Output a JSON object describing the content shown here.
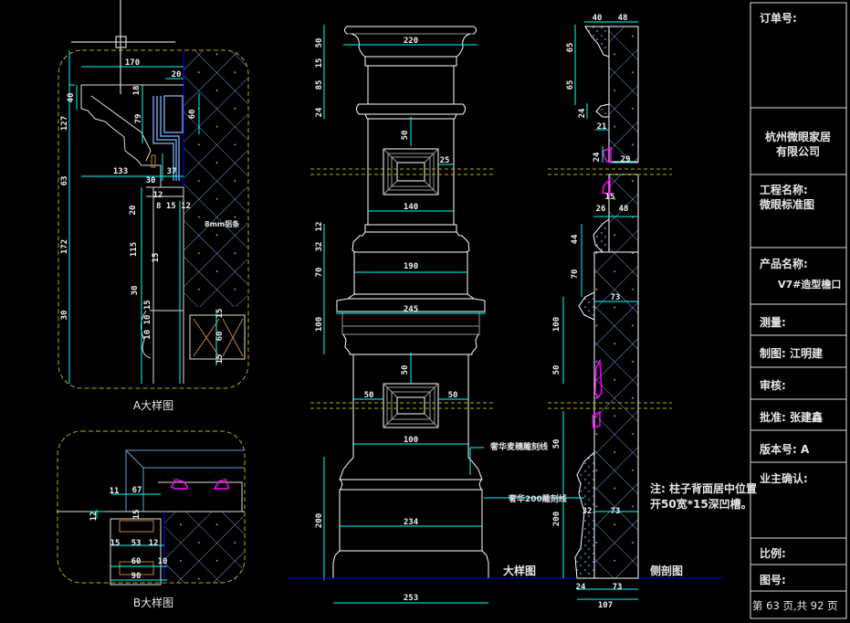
{
  "colors": {
    "background": "#000000",
    "dimension": "#00ffff",
    "outline": "#ffffff",
    "hatch": "#6a9bd8",
    "detail_frame": "#b0b000",
    "molding_profile": "#ff00ff",
    "wood": "#c08040",
    "ground_line": "#0000ff"
  },
  "title_block": {
    "order_no": "订单号:",
    "company_line1": "杭州微眼家居",
    "company_line2": "有限公司",
    "project_label": "工程名称:",
    "project_name": "微眼标准图",
    "product_label": "产品名称:",
    "product_name": "V7#造型檐口",
    "survey": "测量:",
    "drafter": "制图: 江明建",
    "review": "审核:",
    "approve": "批准: 张建鑫",
    "version": "版本号: A",
    "owner_confirm": "业主确认:",
    "scale": "比例:",
    "drawing_no": "图号:",
    "page": "第 63 页,共 92 页"
  },
  "labels": {
    "detail_a": "A大样图",
    "detail_b": "B大样图",
    "elevation": "大样图",
    "section": "侧剖图",
    "note_line1": "注: 柱子背面居中位置",
    "note_line2": "开50宽*15深凹槽。",
    "callout_1": "奢华麦穗雕刻线",
    "callout_2": "奢华200雕刻线",
    "aluminum_strip": "8mm铝条"
  },
  "dims": {
    "detail_a": [
      "170",
      "20",
      "18",
      "40",
      "127",
      "79",
      "60",
      "133",
      "37",
      "63",
      "30",
      "12",
      "20",
      "8 15 12",
      "172",
      "115",
      "15",
      "30",
      "10 10 15",
      "30",
      "15",
      "60",
      "15"
    ],
    "elevation": [
      "50",
      "15",
      "85",
      "24",
      "220",
      "50",
      "25",
      "140",
      "12",
      "32",
      "70",
      "190",
      "245",
      "100",
      "50",
      "50",
      "50",
      "100",
      "234",
      "200",
      "253"
    ],
    "section": [
      "40",
      "48",
      "65",
      "65",
      "24",
      "21",
      "24",
      "29",
      "15",
      "26",
      "48",
      "44",
      "70",
      "73",
      "100",
      "50",
      "50",
      "200",
      "32",
      "73",
      "24",
      "73",
      "107"
    ],
    "detail_b": [
      "11",
      "67",
      "12",
      "15",
      "15",
      "53",
      "12",
      "60",
      "10",
      "90"
    ]
  }
}
